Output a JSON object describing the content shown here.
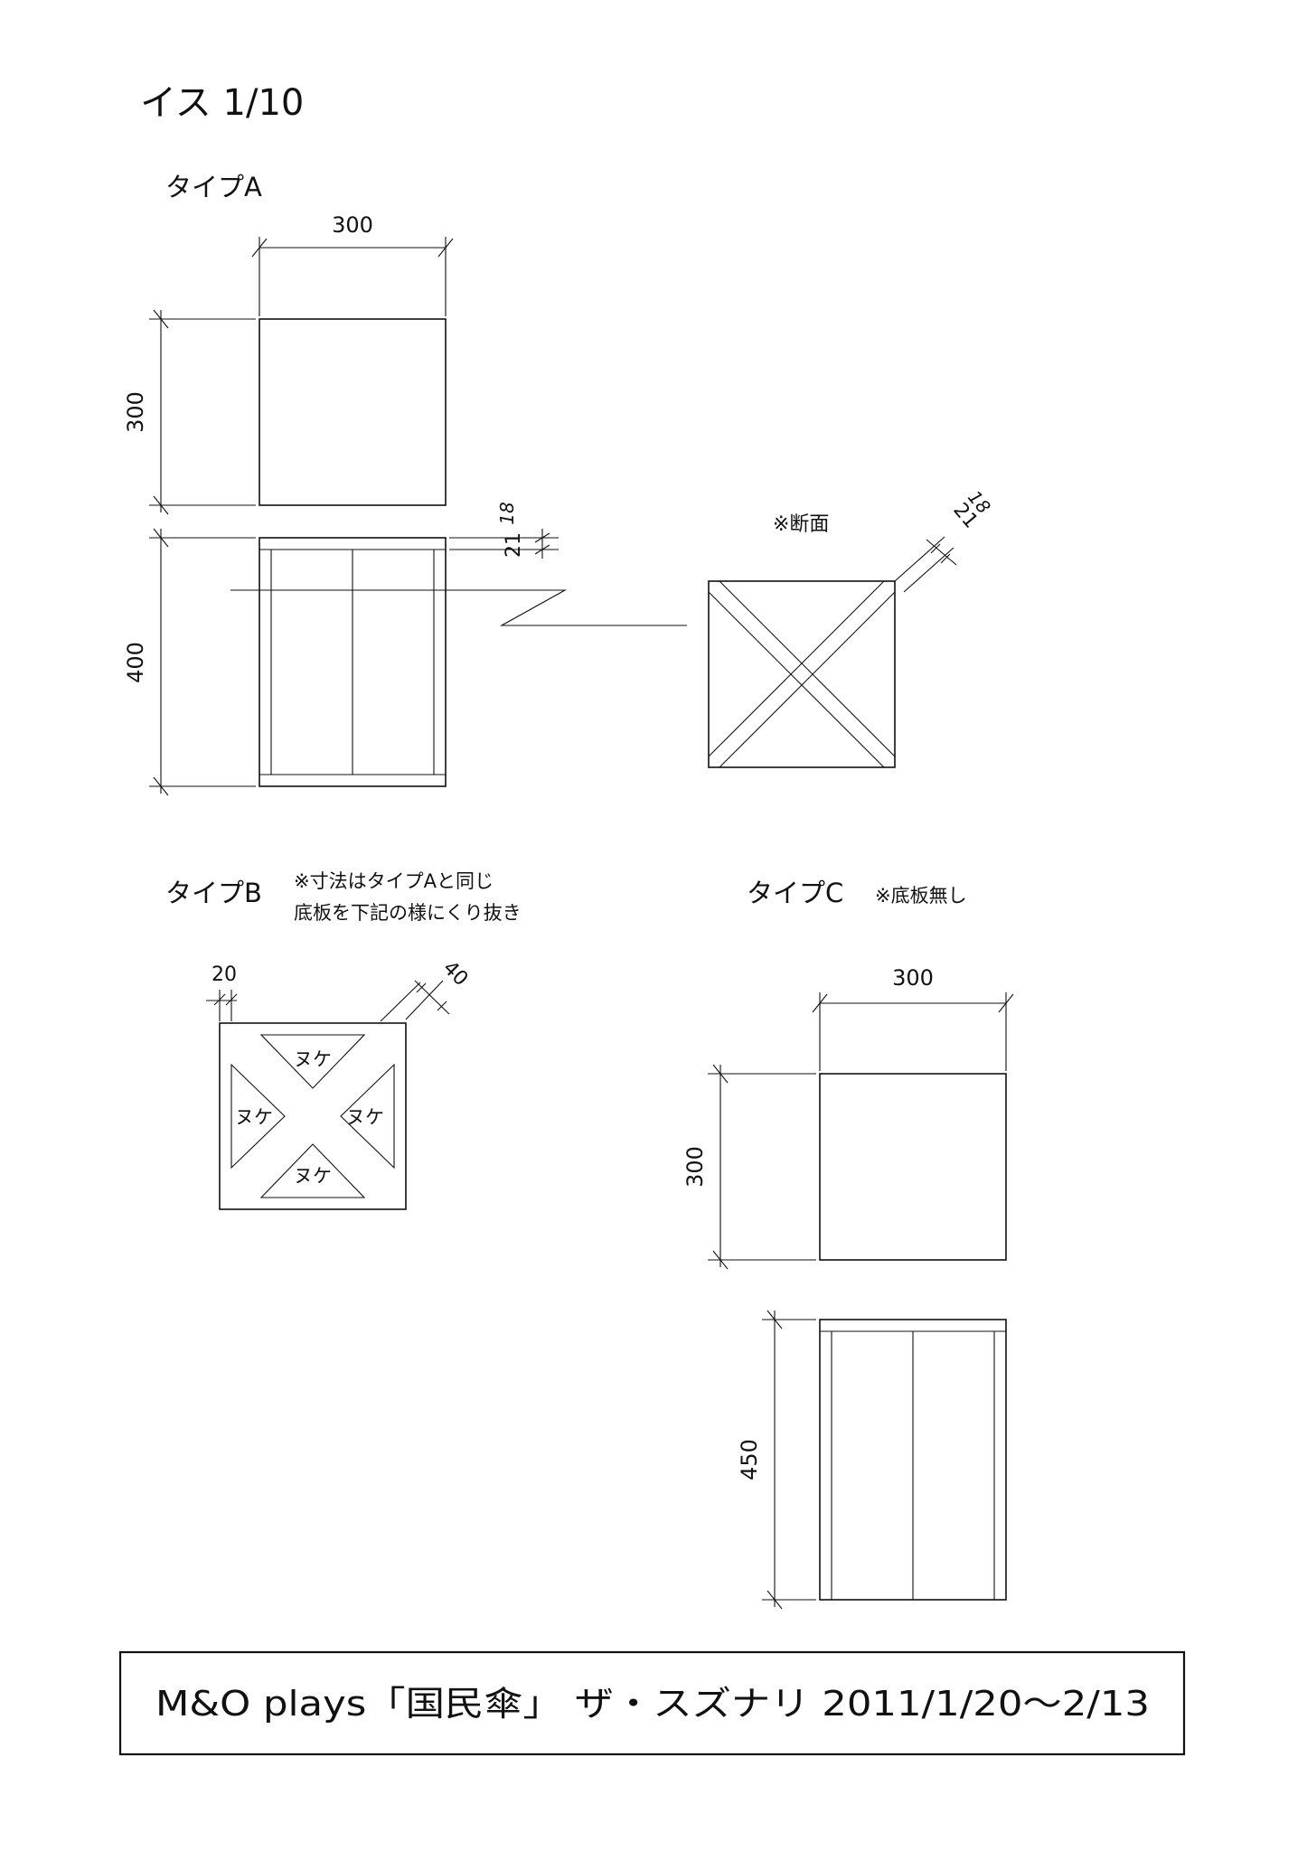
{
  "sheet": {
    "title": "イス 1/10",
    "footer": "M&O plays「国民傘」 ザ・スズナリ 2011/1/20〜2/13"
  },
  "type_a": {
    "label": "タイプA",
    "dim_width": "300",
    "dim_depth": "300",
    "dim_height": "400",
    "dim_board_front": "21",
    "dim_board_front_note": "18",
    "section_label": "※断面",
    "dim_board_section": "21",
    "dim_board_section_note": "18"
  },
  "type_b": {
    "label": "タイプB",
    "note_line1": "※寸法はタイプAと同じ",
    "note_line2": "底板を下記の様にくり抜き",
    "dim_edge": "20",
    "dim_strip": "40",
    "cutout_label": "ヌケ"
  },
  "type_c": {
    "label": "タイプC",
    "note": "※底板無し",
    "dim_width": "300",
    "dim_depth": "300",
    "dim_height": "450"
  }
}
